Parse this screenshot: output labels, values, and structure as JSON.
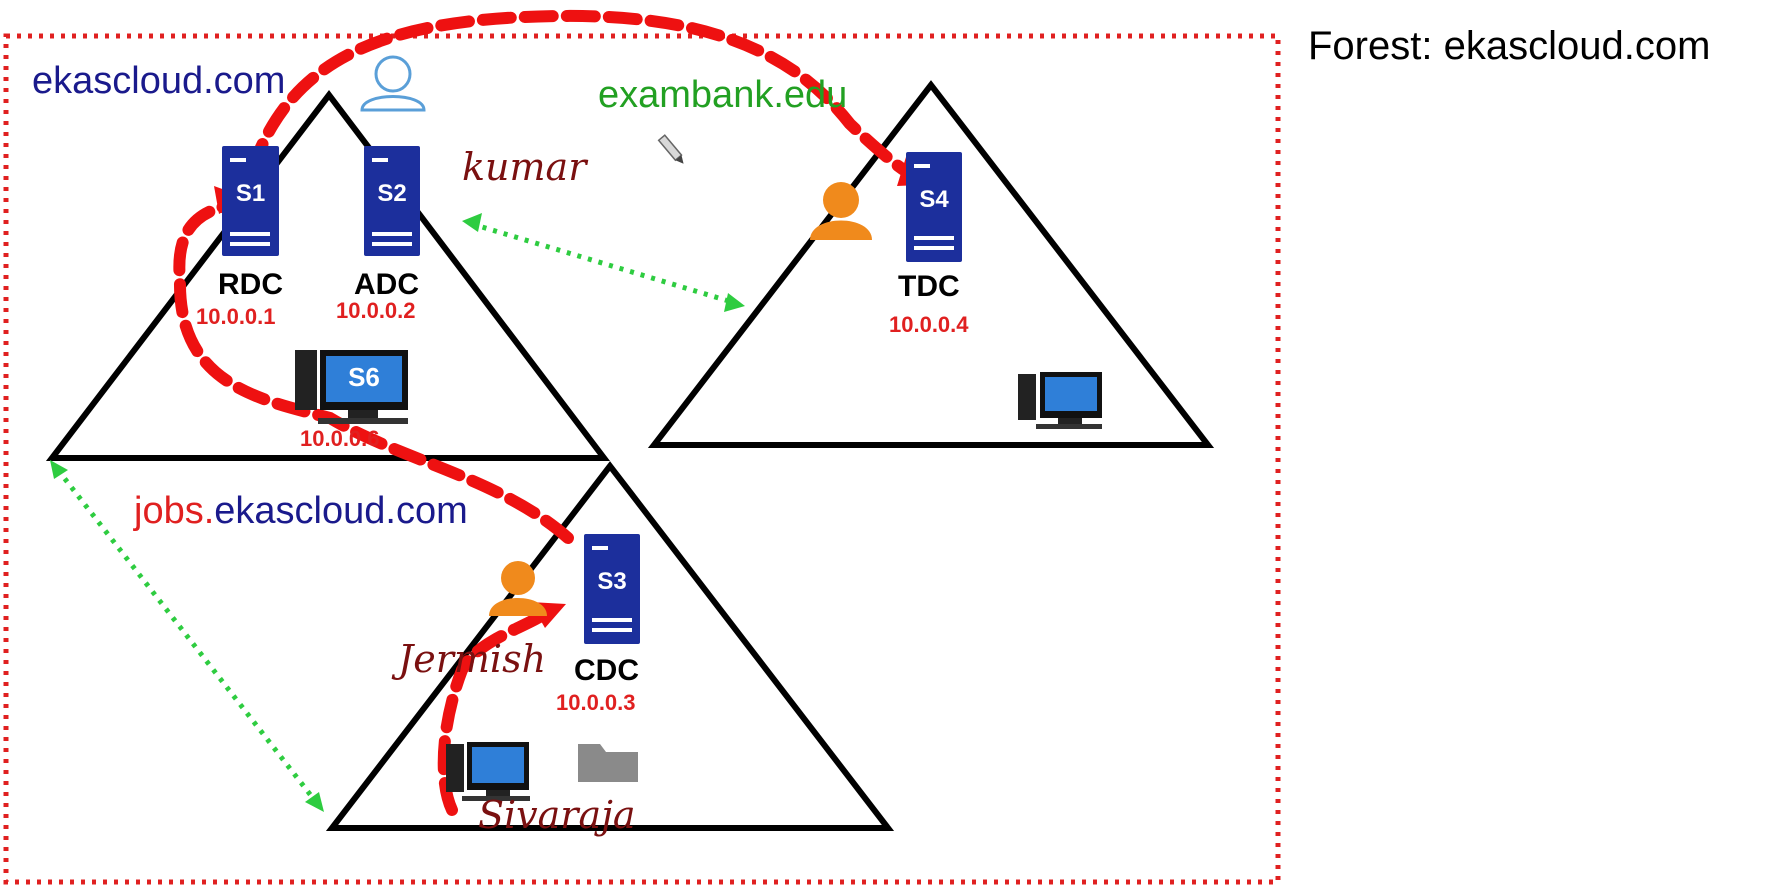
{
  "forest": {
    "label": "Forest: ekascloud.com"
  },
  "domains": {
    "root": {
      "name": "ekascloud.com",
      "color": "#1a1a8c"
    },
    "tree": {
      "name": "exambank.edu",
      "color": "#22a022"
    },
    "child": {
      "prefix": "jobs.",
      "prefix_color": "#e02020",
      "suffix": "ekascloud.com",
      "suffix_color": "#1a1a8c"
    }
  },
  "servers": {
    "s1": {
      "tag": "S1",
      "role": "RDC",
      "ip": "10.0.0.1"
    },
    "s2": {
      "tag": "S2",
      "role": "ADC",
      "ip": "10.0.0.2"
    },
    "s3": {
      "tag": "S3",
      "role": "CDC",
      "ip": "10.0.0.3"
    },
    "s4": {
      "tag": "S4",
      "role": "TDC",
      "ip": "10.0.0.4"
    },
    "s6": {
      "tag": "S6",
      "ip": "10.0.0.6"
    }
  },
  "users": {
    "kumar": "kumar",
    "jermish": "Jermish",
    "sivaraja": "Sivaraja"
  },
  "colors": {
    "server_blue": "#1c2f9c",
    "trust_arrow": "#2ecc40",
    "path_red": "#ee1111",
    "forest_border": "#e02020",
    "user_orange": "#f08a1c",
    "user_outline_blue": "#5a9fd8",
    "folder_gray": "#8a8a8a"
  },
  "icons": [
    "server-icon",
    "desktop-icon",
    "user-icon",
    "folder-icon",
    "pen-icon"
  ]
}
